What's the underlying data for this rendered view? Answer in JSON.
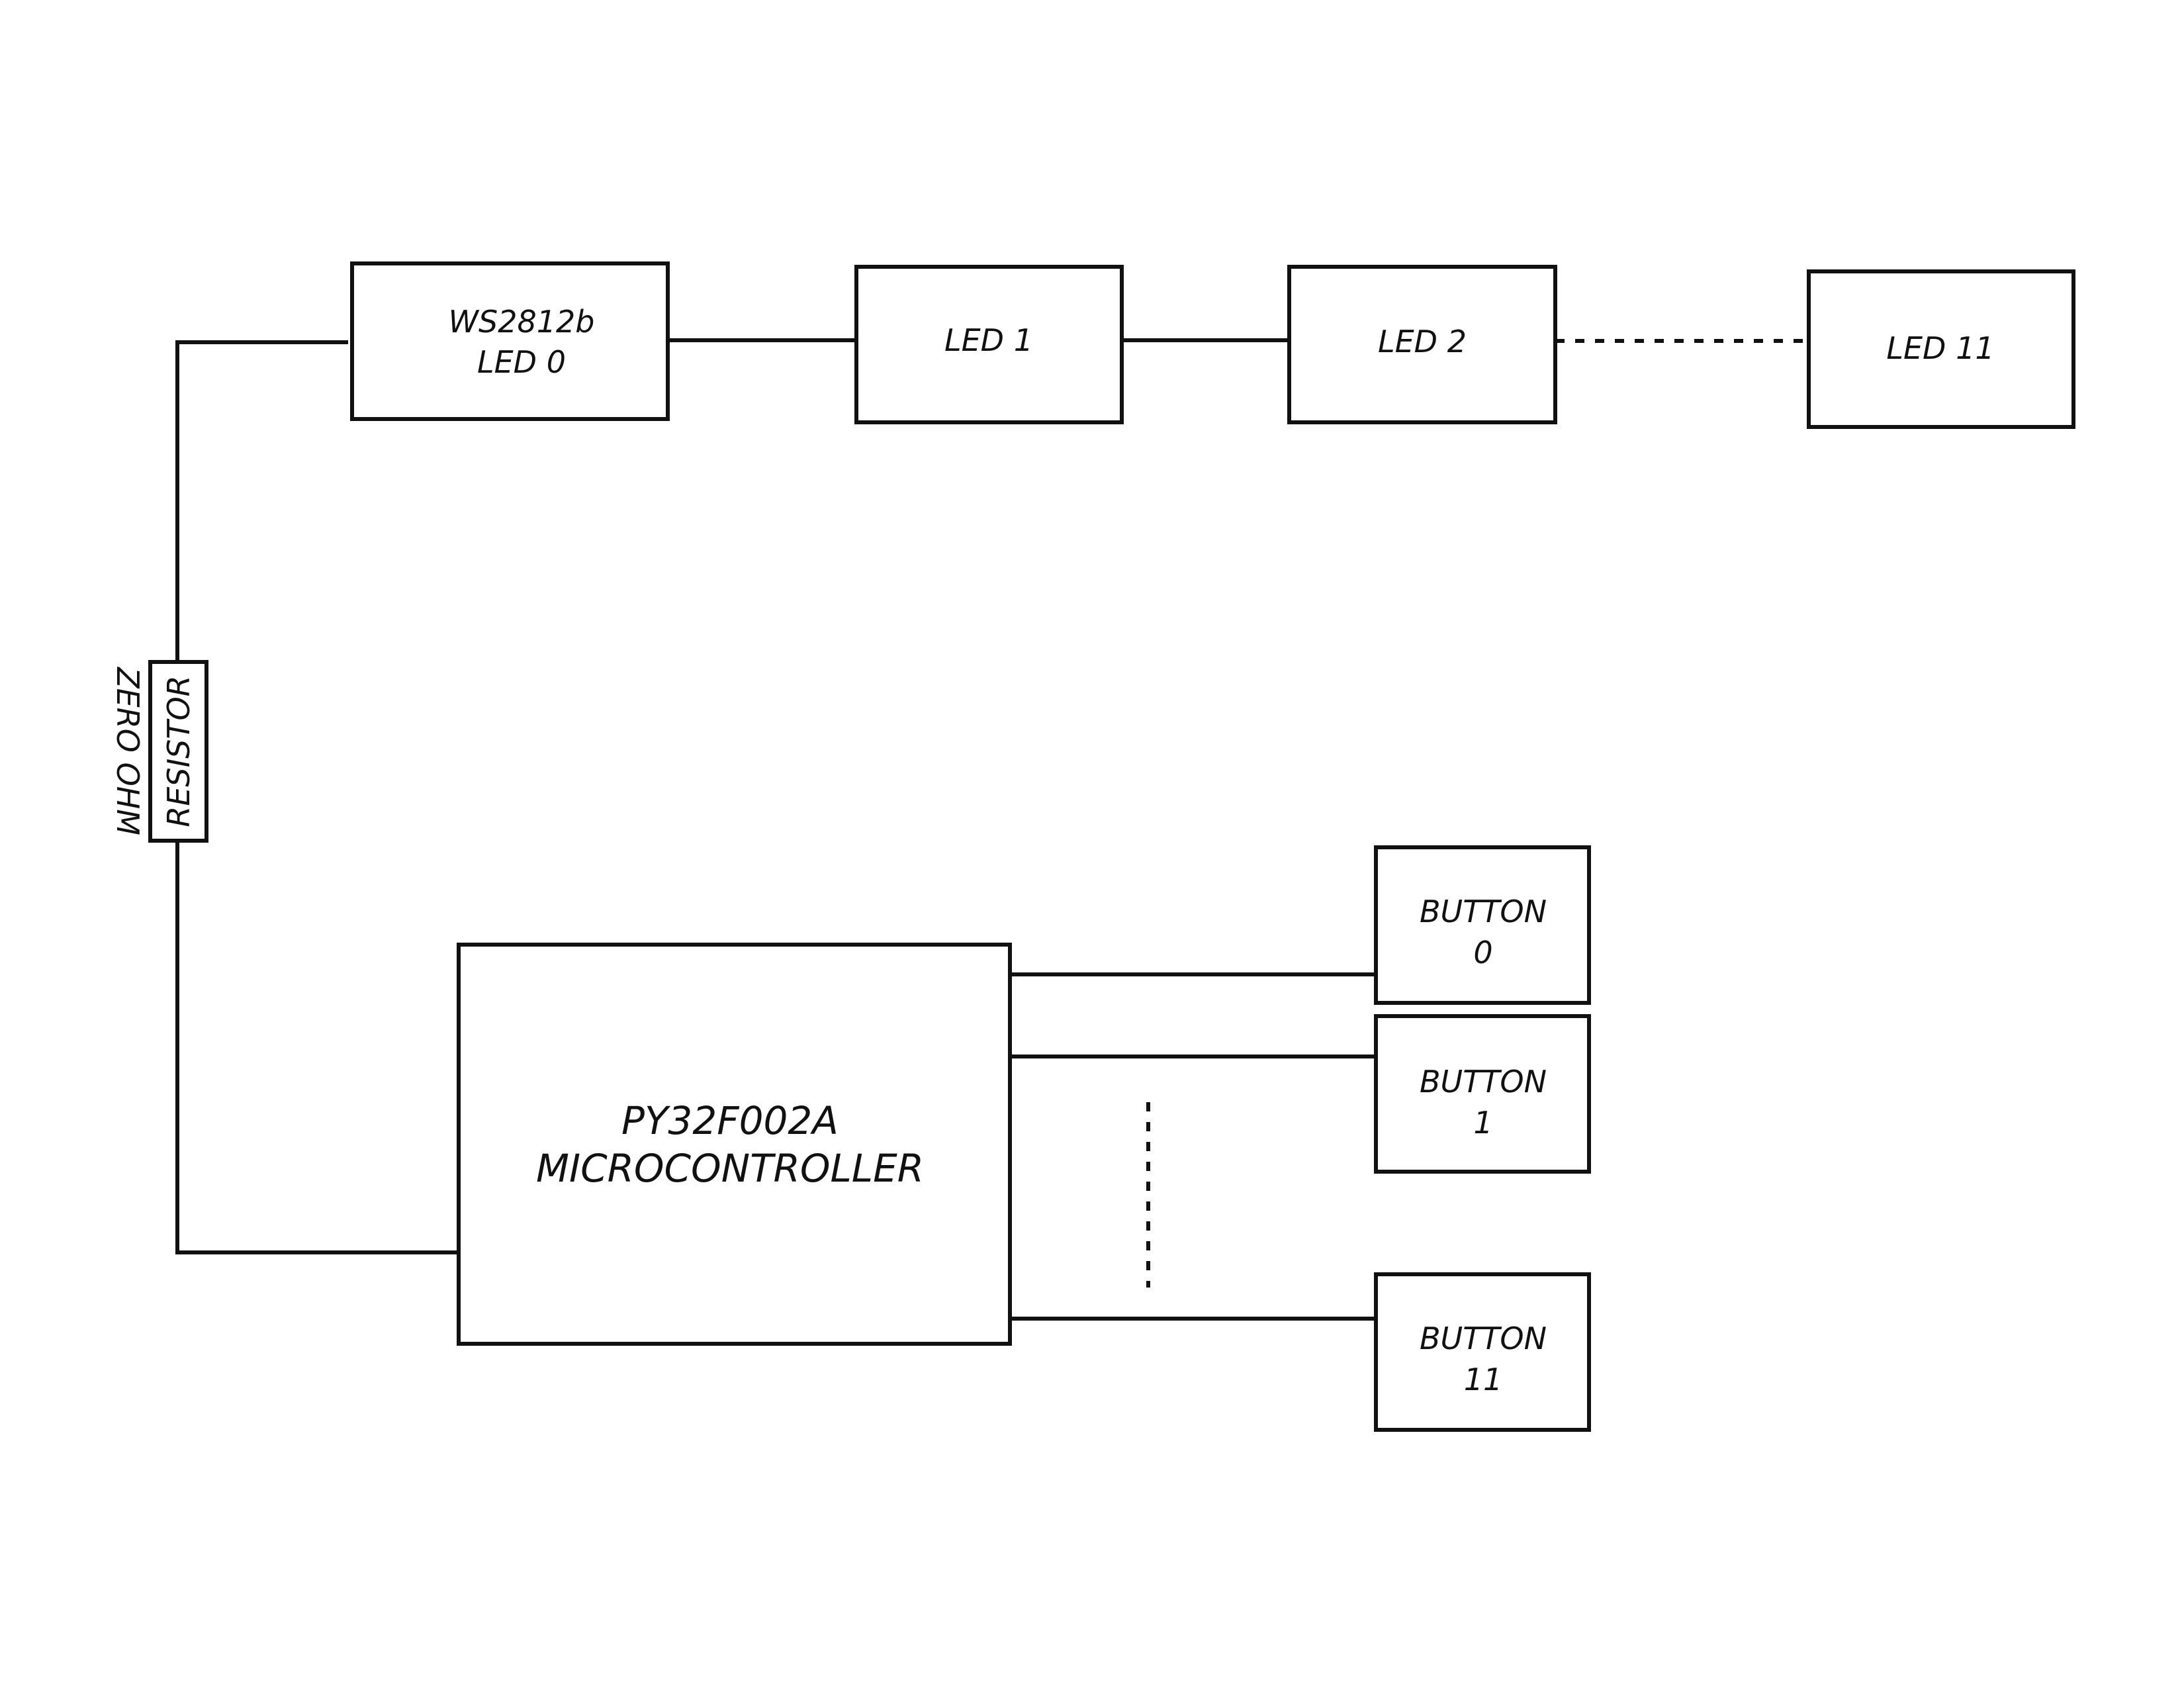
{
  "leds": {
    "led0": {
      "line1": "WS2812b",
      "line2": "LED 0"
    },
    "led1": {
      "label": "LED 1"
    },
    "led2": {
      "label": "LED 2"
    },
    "led11": {
      "label": "LED 11"
    }
  },
  "resistor": {
    "label": "RESISTOR",
    "side_label": "ZERO OHM"
  },
  "microcontroller": {
    "line1": "PY32F002A",
    "line2": "MICROCONTROLLER"
  },
  "buttons": {
    "button0": {
      "line1": "BUTTON",
      "line2": "0"
    },
    "button1": {
      "line1": "BUTTON",
      "line2": "1"
    },
    "button11": {
      "line1": "BUTTON",
      "line2": "11"
    }
  }
}
